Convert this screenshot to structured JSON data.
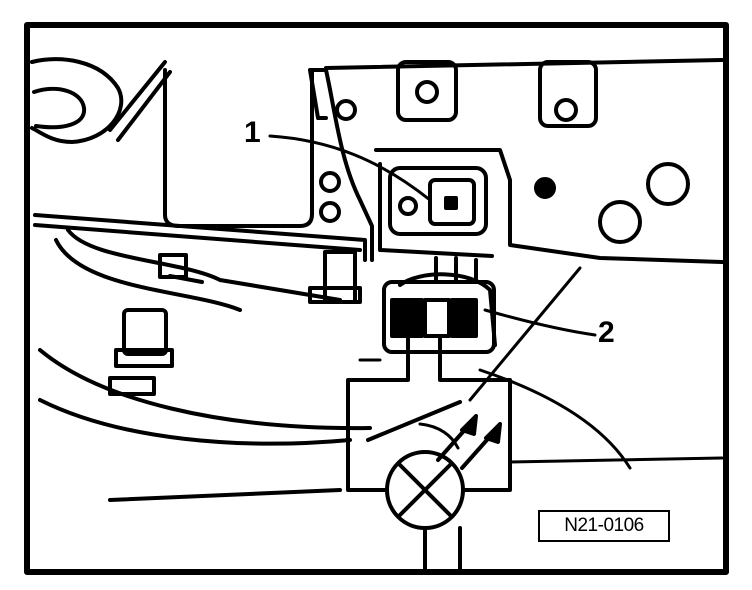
{
  "callouts": {
    "one": "1",
    "two": "2"
  },
  "reference_code": "N21-0106",
  "colors": {
    "ink": "#000000",
    "paper": "#ffffff"
  },
  "icons": [
    "test-lamp-icon",
    "light-rays-icon",
    "switch-blade-icon"
  ]
}
